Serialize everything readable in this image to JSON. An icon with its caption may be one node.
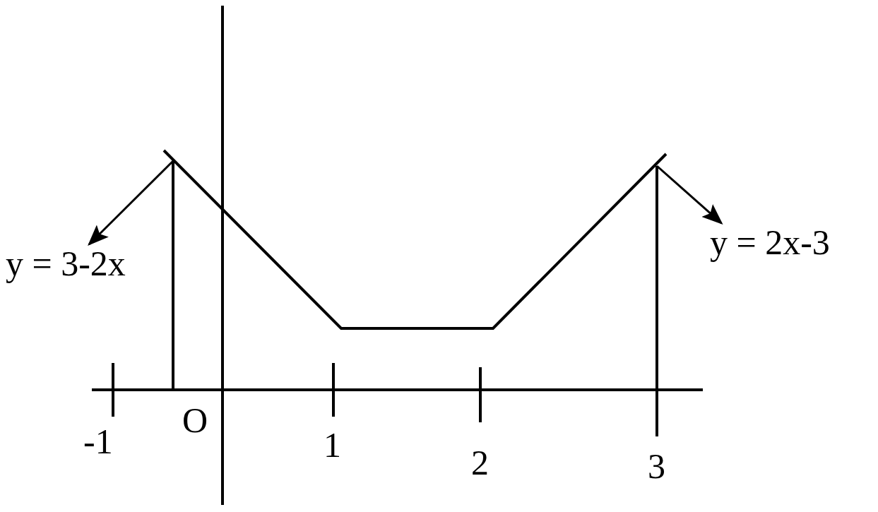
{
  "diagram": {
    "nodes": [
      {
        "text": [
          "y = 3-2x"
        ]
      },
      {
        "text": [
          "y = 2x-3"
        ]
      }
    ],
    "edges": [
      {
        "from": null,
        "to": 0,
        "arrow": "to"
      },
      {
        "from": null,
        "to": 1,
        "arrow": "to"
      }
    ],
    "labels": [
      "-1",
      "O",
      "1",
      "2",
      "3"
    ]
  }
}
